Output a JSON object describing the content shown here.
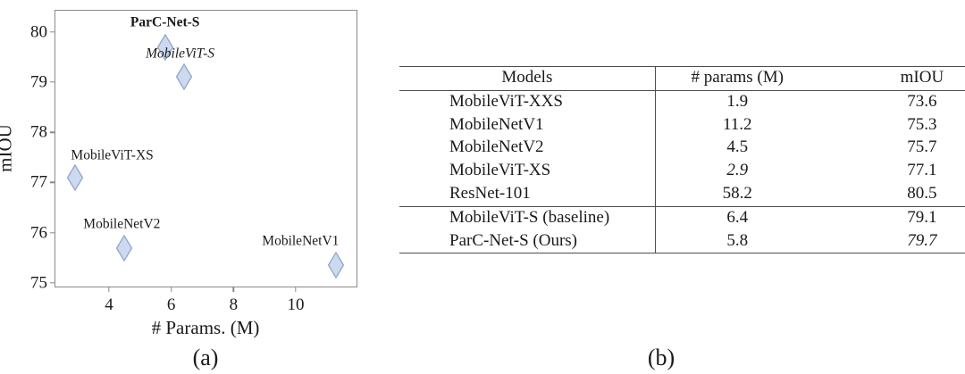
{
  "figure_a": {
    "caption": "(a)",
    "chart_data": {
      "type": "scatter",
      "title": "",
      "xlabel": "# Params. (M)",
      "ylabel": "mIOU",
      "xlim": [
        2.28,
        11.95
      ],
      "ylim": [
        74.93,
        80.42
      ],
      "xticks": [
        4,
        6,
        8,
        10
      ],
      "yticks": [
        75,
        76,
        77,
        78,
        79,
        80
      ],
      "grid": false,
      "legend": "none",
      "marker": "diamond",
      "marker_fill": "#ccd9ee",
      "marker_stroke": "#8fa8cc",
      "points": [
        {
          "label": "ParC-Net-S",
          "x": 5.8,
          "y": 79.7,
          "style": "bold",
          "label_dx": 0,
          "label_dy": -28
        },
        {
          "label": "MobileViT-S",
          "x": 6.4,
          "y": 79.1,
          "style": "italic",
          "label_dx": -4,
          "label_dy": -26
        },
        {
          "label": "MobileViT-XS",
          "x": 2.9,
          "y": 77.1,
          "style": "normal",
          "label_dx": 42,
          "label_dy": -25
        },
        {
          "label": "MobileNetV2",
          "x": 4.5,
          "y": 75.7,
          "style": "normal",
          "label_dx": -3,
          "label_dy": -27
        },
        {
          "label": "MobileNetV1",
          "x": 11.3,
          "y": 75.35,
          "style": "normal",
          "label_dx": -40,
          "label_dy": -27
        }
      ]
    }
  },
  "figure_b": {
    "caption": "(b)",
    "table": {
      "columns": [
        "Models",
        "# params (M)",
        "mIOU"
      ],
      "group_1": [
        {
          "model": "MobileViT-XXS",
          "params": "1.9",
          "params_style": "bold",
          "miou": "73.6",
          "miou_style": "normal"
        },
        {
          "model": "MobileNetV1",
          "params": "11.2",
          "params_style": "normal",
          "miou": "75.3",
          "miou_style": "normal"
        },
        {
          "model": "MobileNetV2",
          "params": "4.5",
          "params_style": "normal",
          "miou": "75.7",
          "miou_style": "normal"
        },
        {
          "model": "MobileViT-XS",
          "params": "2.9",
          "params_style": "italic",
          "miou": "77.1",
          "miou_style": "normal"
        },
        {
          "model": "ResNet-101",
          "params": "58.2",
          "params_style": "normal",
          "miou": "80.5",
          "miou_style": "bold"
        }
      ],
      "group_2": [
        {
          "model": "MobileViT-S (baseline)",
          "params": "6.4",
          "params_style": "normal",
          "miou": "79.1",
          "miou_style": "normal"
        },
        {
          "model": "ParC-Net-S (Ours)",
          "params": "5.8",
          "params_style": "normal",
          "miou": "79.7",
          "miou_style": "italic"
        }
      ]
    }
  }
}
